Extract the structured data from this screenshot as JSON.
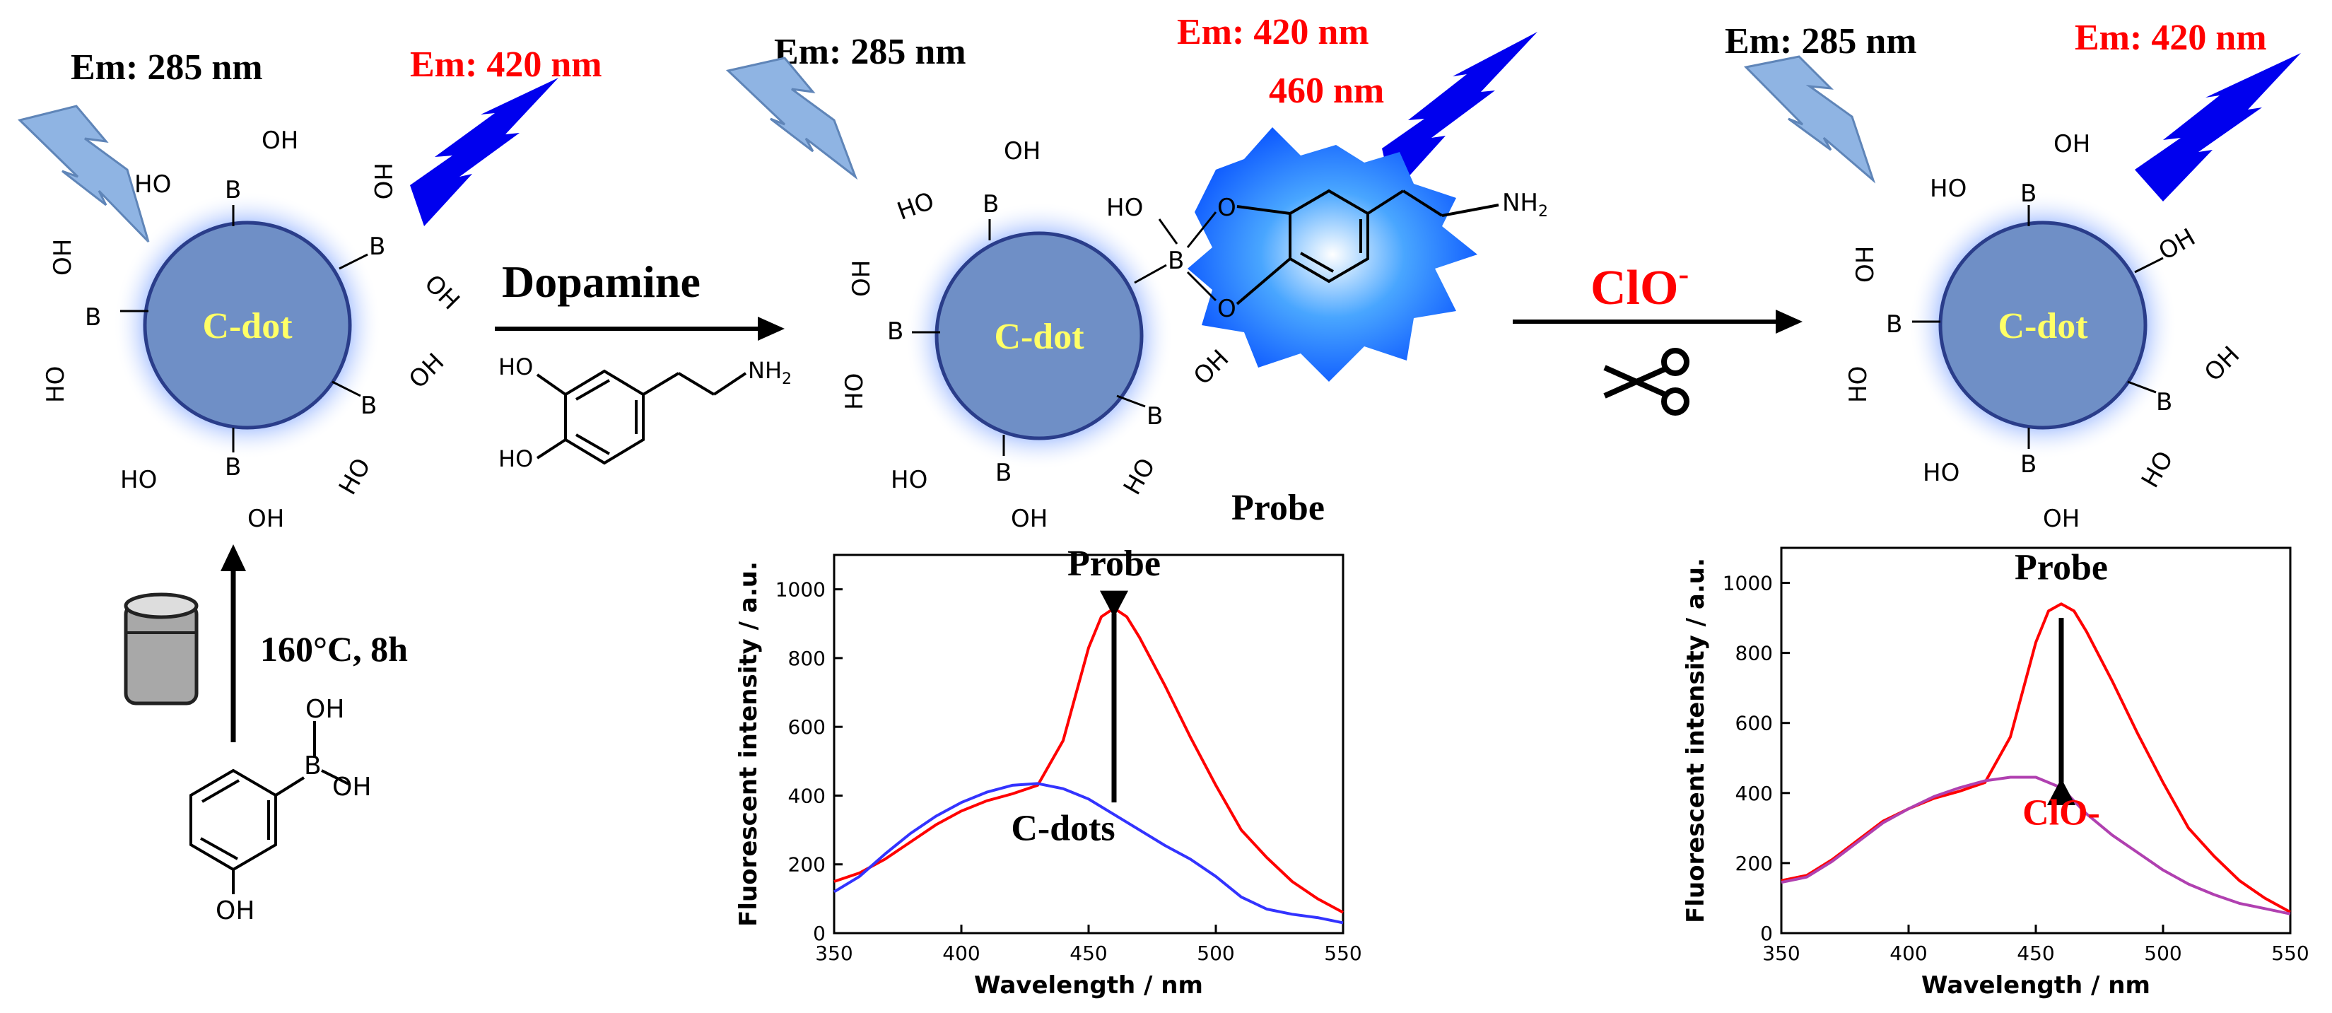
{
  "colors": {
    "red": "#ff0000",
    "blue": "#3333ff",
    "purple": "#b040b0",
    "dot_fill": "#6f8fc6",
    "dot_label": "#ffff66",
    "bolt_light": "#8fb4e3",
    "bolt_dark": "#0000ee",
    "glow": "#2b8bff"
  },
  "panel1": {
    "ex_label": "Em: 285 nm",
    "em_label": "Em: 420 nm",
    "dot_label": "C-dot",
    "condition": "160°C,  8h"
  },
  "arrow1_label": "Dopamine",
  "panel2": {
    "ex_label": "Em: 285 nm",
    "em_label_1": "Em: 420 nm",
    "em_label_2": "460 nm",
    "dot_label": "C-dot",
    "probe_label": "Probe",
    "nh2": "NH2"
  },
  "arrow2_label": "ClO",
  "arrow2_sup": "-",
  "panel3": {
    "ex_label": "Em: 285 nm",
    "em_label": "Em: 420 nm",
    "dot_label": "C-dot"
  },
  "chem": {
    "ho": "HO",
    "oh": "OH",
    "b": "B",
    "o": "O",
    "nh2": "NH",
    "nh2_sub": "2",
    "hob": "HO"
  },
  "icons": [
    "light-bolt-icon",
    "scissors-icon",
    "autoclave-icon"
  ],
  "chart_data": [
    {
      "type": "line",
      "xlabel": "Wavelength / nm",
      "ylabel": "Fluorescent intensity / a.u.",
      "xlim": [
        350,
        550
      ],
      "ylim": [
        0,
        1100
      ],
      "xticks": [
        350,
        400,
        450,
        500,
        550
      ],
      "yticks": [
        0,
        200,
        400,
        600,
        800,
        1000
      ],
      "annotations": [
        "Probe",
        "C-dots"
      ],
      "series": [
        {
          "color": "#ff0000",
          "x": [
            350,
            360,
            370,
            380,
            390,
            400,
            410,
            420,
            430,
            440,
            450,
            455,
            460,
            465,
            470,
            480,
            490,
            500,
            510,
            520,
            530,
            540,
            550
          ],
          "y": [
            150,
            175,
            215,
            265,
            315,
            355,
            385,
            405,
            430,
            560,
            830,
            920,
            945,
            920,
            860,
            720,
            570,
            430,
            300,
            220,
            150,
            100,
            60
          ]
        },
        {
          "color": "#3333ff",
          "x": [
            350,
            360,
            370,
            380,
            390,
            400,
            410,
            420,
            430,
            440,
            450,
            460,
            470,
            480,
            490,
            500,
            510,
            520,
            530,
            540,
            550
          ],
          "y": [
            120,
            165,
            230,
            290,
            340,
            380,
            410,
            430,
            435,
            420,
            390,
            345,
            300,
            255,
            215,
            165,
            105,
            70,
            55,
            45,
            30
          ]
        }
      ]
    },
    {
      "type": "line",
      "xlabel": "Wavelength / nm",
      "ylabel": "Fluorescent intensity / a.u.",
      "xlim": [
        350,
        550
      ],
      "ylim": [
        0,
        1100
      ],
      "xticks": [
        350,
        400,
        450,
        500,
        550
      ],
      "yticks": [
        0,
        200,
        400,
        600,
        800,
        1000
      ],
      "annotations": [
        "Probe",
        "ClO-"
      ],
      "series": [
        {
          "color": "#ff0000",
          "x": [
            350,
            360,
            370,
            380,
            390,
            400,
            410,
            420,
            430,
            440,
            450,
            455,
            460,
            465,
            470,
            480,
            490,
            500,
            510,
            520,
            530,
            540,
            550
          ],
          "y": [
            150,
            165,
            210,
            265,
            320,
            355,
            385,
            405,
            430,
            560,
            830,
            920,
            940,
            920,
            860,
            720,
            570,
            430,
            300,
            220,
            150,
            100,
            60
          ]
        },
        {
          "color": "#b040b0",
          "x": [
            350,
            360,
            370,
            380,
            390,
            400,
            410,
            420,
            430,
            440,
            450,
            460,
            470,
            480,
            490,
            500,
            510,
            520,
            530,
            540,
            550
          ],
          "y": [
            145,
            160,
            205,
            260,
            315,
            355,
            390,
            415,
            435,
            445,
            445,
            415,
            340,
            280,
            230,
            180,
            140,
            110,
            85,
            70,
            55
          ]
        }
      ]
    }
  ]
}
